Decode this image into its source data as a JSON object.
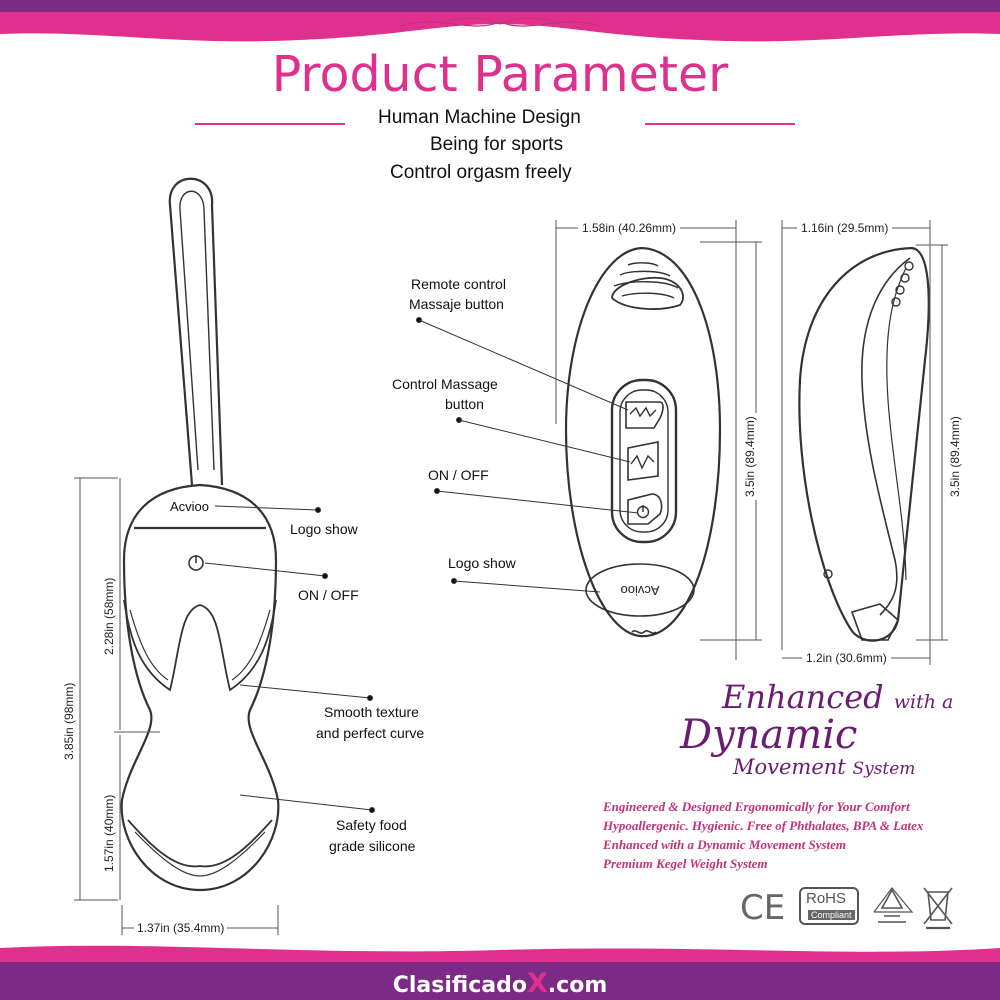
{
  "header": {
    "title": "Product Parameter",
    "subtitle_lines": [
      "Human Machine Design",
      "Being for  sports",
      "Control orgasm freely"
    ]
  },
  "left_device": {
    "brand_logo": "Acvioo",
    "callouts": {
      "logo": "Logo show",
      "power": "ON / OFF",
      "texture_1": "Smooth texture",
      "texture_2": "and perfect curve",
      "material_1": "Safety food",
      "material_2": "grade silicone"
    },
    "dimensions": {
      "total_height": "3.85in (98mm)",
      "upper_height": "2.28in (58mm)",
      "lower_height": "1.57in (40mm)",
      "width": "1.37in (35.4mm)"
    }
  },
  "remote_front": {
    "brand_logo": "Acvioo",
    "callouts": {
      "remote_1": "Remote control",
      "remote_2": "Massaje  button",
      "control_1": "Control Massage",
      "control_2": "button",
      "power": "ON / OFF",
      "logo": "Logo show"
    },
    "dimensions": {
      "width": "1.58in (40.26mm)",
      "height": "3.5in (89.4mm)"
    }
  },
  "remote_side": {
    "dimensions": {
      "top_width": "1.16in (29.5mm)",
      "bottom_width": "1.2in (30.6mm)",
      "height": "3.5in (89.4mm)"
    }
  },
  "marketing": {
    "headline_1": "Enhanced",
    "headline_1b": "with a",
    "headline_2": "Dynamic",
    "headline_3": "Movement",
    "headline_3b": "System",
    "features": [
      "Engineered & Designed Ergonomically for Your Comfort",
      "Hypoallergenic.  Hygienic.  Free of Phthalates, BPA & Latex",
      "Enhanced with a Dynamic Movement System",
      "Premium Kegel Weight System"
    ]
  },
  "certifications": {
    "ce": "CE",
    "rohs": "RoHS",
    "rohs_sub": "Compliant"
  },
  "footer": {
    "brand_pre": "Clasificado",
    "brand_x": "X",
    "brand_post": ".com"
  },
  "colors": {
    "magenta": "#e0308e",
    "purple_band": "#7b2a85",
    "headline_purple": "#6a1b72",
    "feature_pink": "#c2317a"
  }
}
